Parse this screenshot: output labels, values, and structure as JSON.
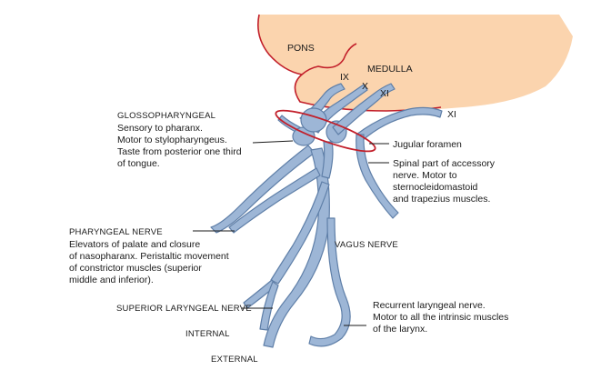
{
  "colors": {
    "brainstem_fill": "#fbd4ae",
    "brainstem_outline": "#c21f2a",
    "nerve_fill": "#9db6d6",
    "nerve_stroke": "#5f7fa8",
    "foramen_ring": "#c21f2a",
    "text": "#1a1a1a"
  },
  "regions": {
    "pons": "PONS",
    "medulla": "MEDULLA"
  },
  "nerve_roots": {
    "ix": "IX",
    "x": "X",
    "xi_root": "XI",
    "xi_lateral": "XI"
  },
  "labels": {
    "glossopharyngeal": {
      "title": "GLOSSOPHARYNGEAL",
      "lines": [
        "Sensory to pharanx.",
        "Motor to stylopharyngeus.",
        "Taste from posterior one third",
        "of tongue."
      ]
    },
    "jugular_foramen": "Jugular foramen",
    "accessory": {
      "lines": [
        "Spinal part of accessory",
        "nerve. Motor to",
        "sternocleidomastoid",
        "and trapezius muscles."
      ]
    },
    "pharyngeal": {
      "title": "PHARYNGEAL NERVE",
      "lines": [
        "Elevators of palate and closure",
        "of nasopharanx. Peristaltic movement",
        "of constrictor muscles (superior",
        "middle and inferior)."
      ]
    },
    "vagus": "VAGUS NERVE",
    "superior_laryngeal": "SUPERIOR LARYNGEAL NERVE",
    "internal": "INTERNAL",
    "external": "EXTERNAL",
    "recurrent": {
      "lines": [
        "Recurrent laryngeal nerve.",
        "Motor to all the intrinsic muscles",
        "of the larynx."
      ]
    }
  }
}
